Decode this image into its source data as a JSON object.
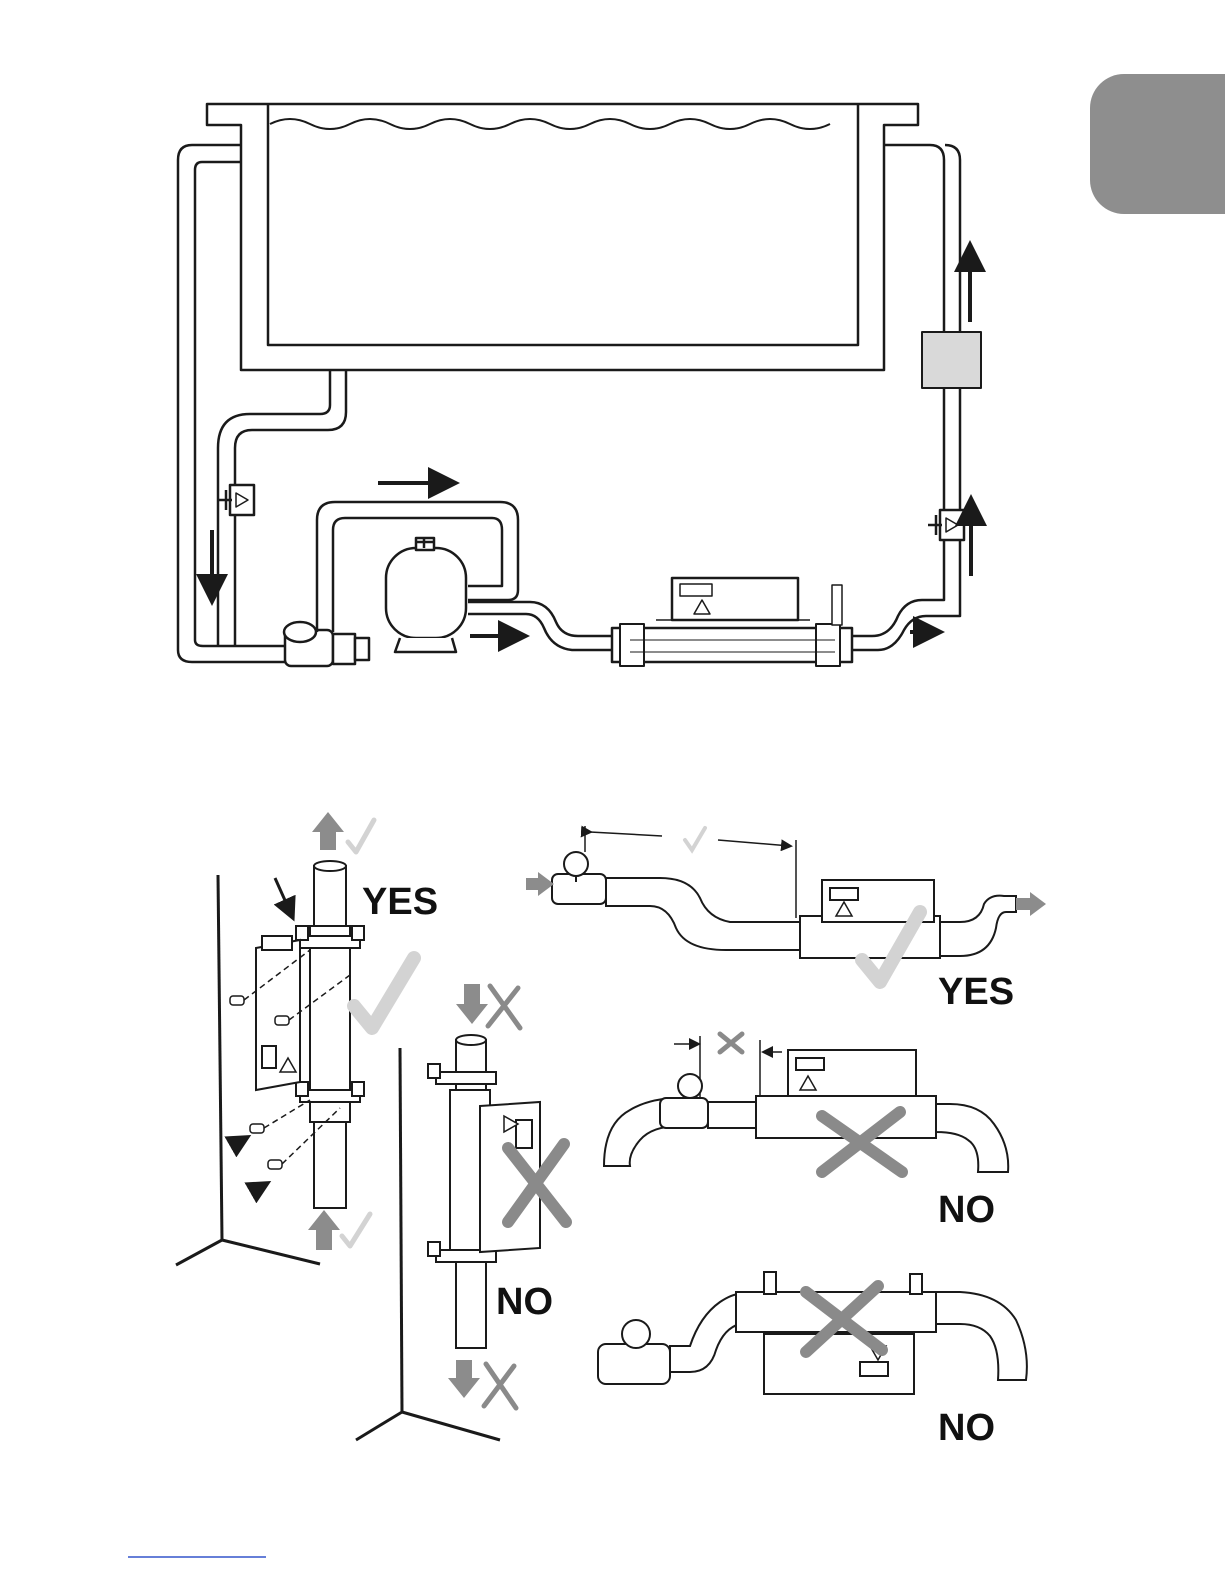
{
  "labels": {
    "vertical_correct": "YES",
    "vertical_incorrect": "NO",
    "horizontal_correct": "YES",
    "horizontal_too_close": "NO",
    "horizontal_upside_down": "NO"
  },
  "colors": {
    "line": "#1a1a1a",
    "tab": "#8e8e8e",
    "box_fill": "#d9d9d9",
    "check_mark": "#d3d3d3",
    "cross_mark": "#8a8a8a",
    "gray_arrow": "#8c8c8c",
    "footer_rule": "#3355cc"
  },
  "icons": [
    "flow-arrow-icon",
    "check-icon",
    "cross-icon",
    "warning-icon",
    "valve-icon"
  ]
}
